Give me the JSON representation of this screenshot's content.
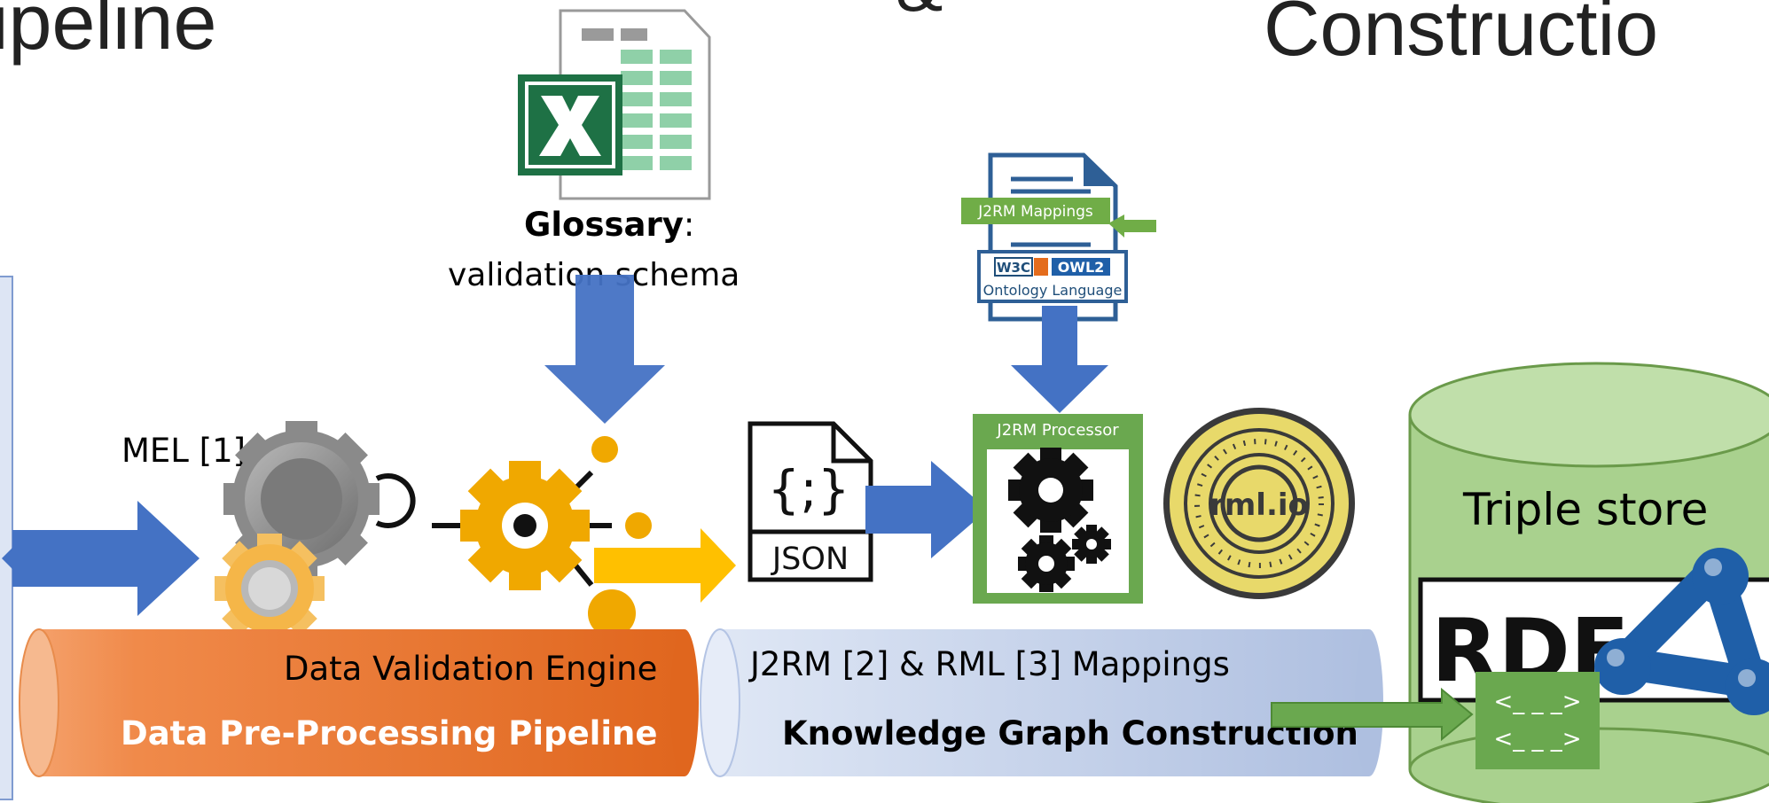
{
  "header": {
    "left_fragment": "ipeline",
    "mid_fragment": "&",
    "right_fragment": "Constructio"
  },
  "glossary": {
    "bold": "Glossary",
    "colon": ":",
    "line2": "validation schema"
  },
  "mel_label": "MEL [1]",
  "j2rm_mappings_badge": "J2RM Mappings",
  "w3c_badge": "W3C",
  "owl_badge": "OWL2",
  "ontology_badge": "Ontology Language",
  "json_label": "JSON",
  "json_braces": "{;}",
  "j2rm_processor_label": "J2RM Processor",
  "rmlio_label": "rml.io",
  "triple_store_label": "Triple store",
  "rdf_label": "RDF",
  "rdf_doc_lines": [
    "<_ _ _>",
    "<_ _ _>"
  ],
  "dve_label": "Data Validation Engine",
  "pipeline1_label": "Data Pre-Processing Pipeline",
  "mappings_label": "J2RM [2] & RML [3] Mappings",
  "pipeline2_label": "Knowledge Graph Construction",
  "colors": {
    "blue_arrow": "#4472c4",
    "orange": "#e46c1c",
    "yellow": "#f0a800",
    "green": "#70ad47",
    "light_blue": "#b4c7e7",
    "triple_green": "#a9d18e"
  }
}
